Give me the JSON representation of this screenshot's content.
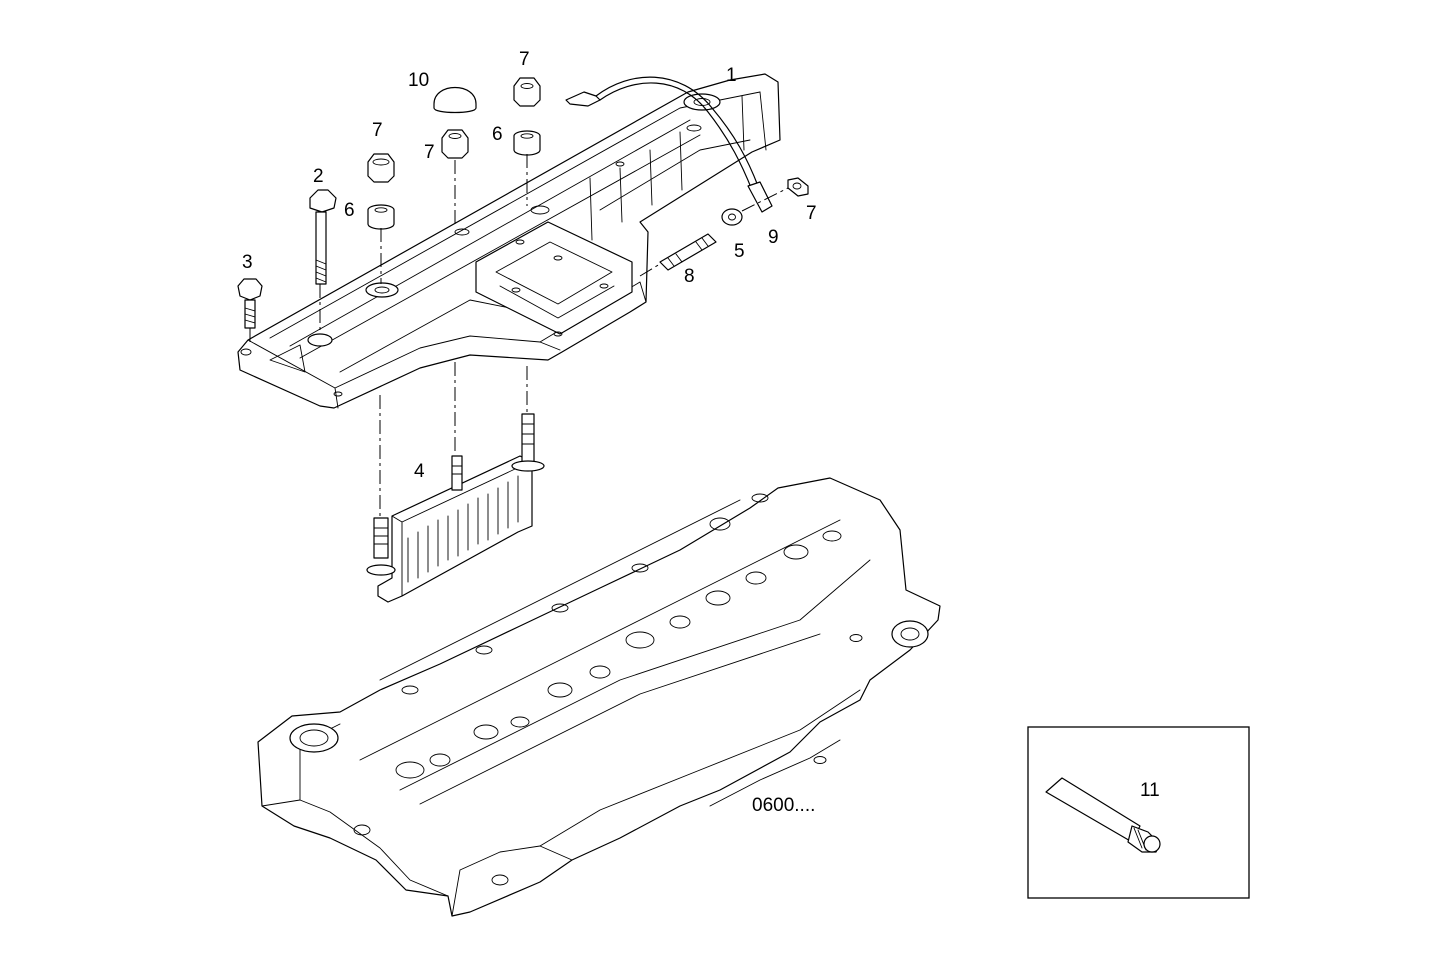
{
  "callouts": [
    "1",
    "2",
    "3",
    "4",
    "5",
    "6",
    "6",
    "7",
    "7",
    "7",
    "7",
    "8",
    "9",
    "10",
    "11"
  ],
  "reference_text": "0600....",
  "inset_label": "11"
}
